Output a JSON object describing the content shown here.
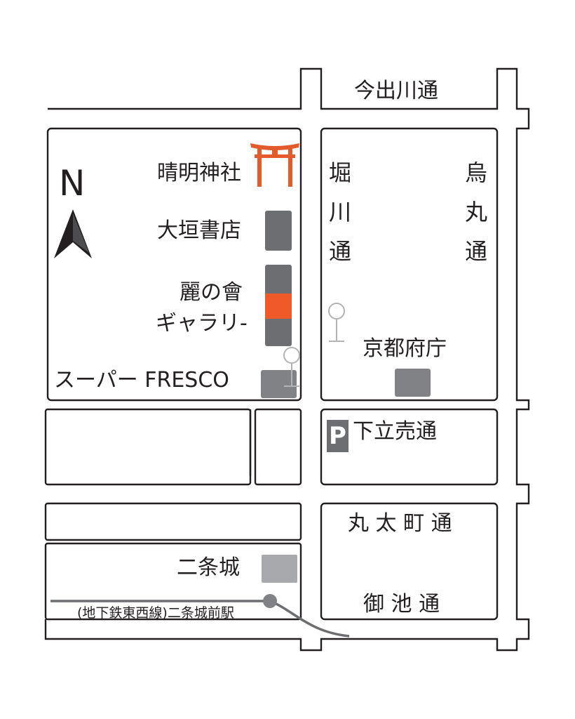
{
  "compass": {
    "label": "N"
  },
  "streets": {
    "imadegawa": "今出川通",
    "horikawa": "堀川通",
    "karasuma": "烏丸通",
    "shimodachiuri": "下立売通",
    "marutamachi": "丸 太 町 通",
    "oike": "御 池 通"
  },
  "places": {
    "seimei_shrine": "晴明神社",
    "ogaki_bookstore": "大垣書店",
    "gallery_line1": "麗の會",
    "gallery_line2": "ギャラリ-",
    "supermarket": "スーパー FRESCO",
    "prefectural_office": "京都府庁",
    "nijo_castle": "二条城",
    "subway_station": "(地下鉄東西線)二条城前駅"
  },
  "parking": {
    "label": "P"
  },
  "colors": {
    "road_outline": "#231f20",
    "accent": "#f05a28",
    "torii": "#e35a2b",
    "building_dark": "#6d6e71",
    "building_mid": "#808285",
    "building_light": "#a7a9ac",
    "subway_line": "#6d6e71",
    "bus_stop": "#b3b3b3"
  }
}
